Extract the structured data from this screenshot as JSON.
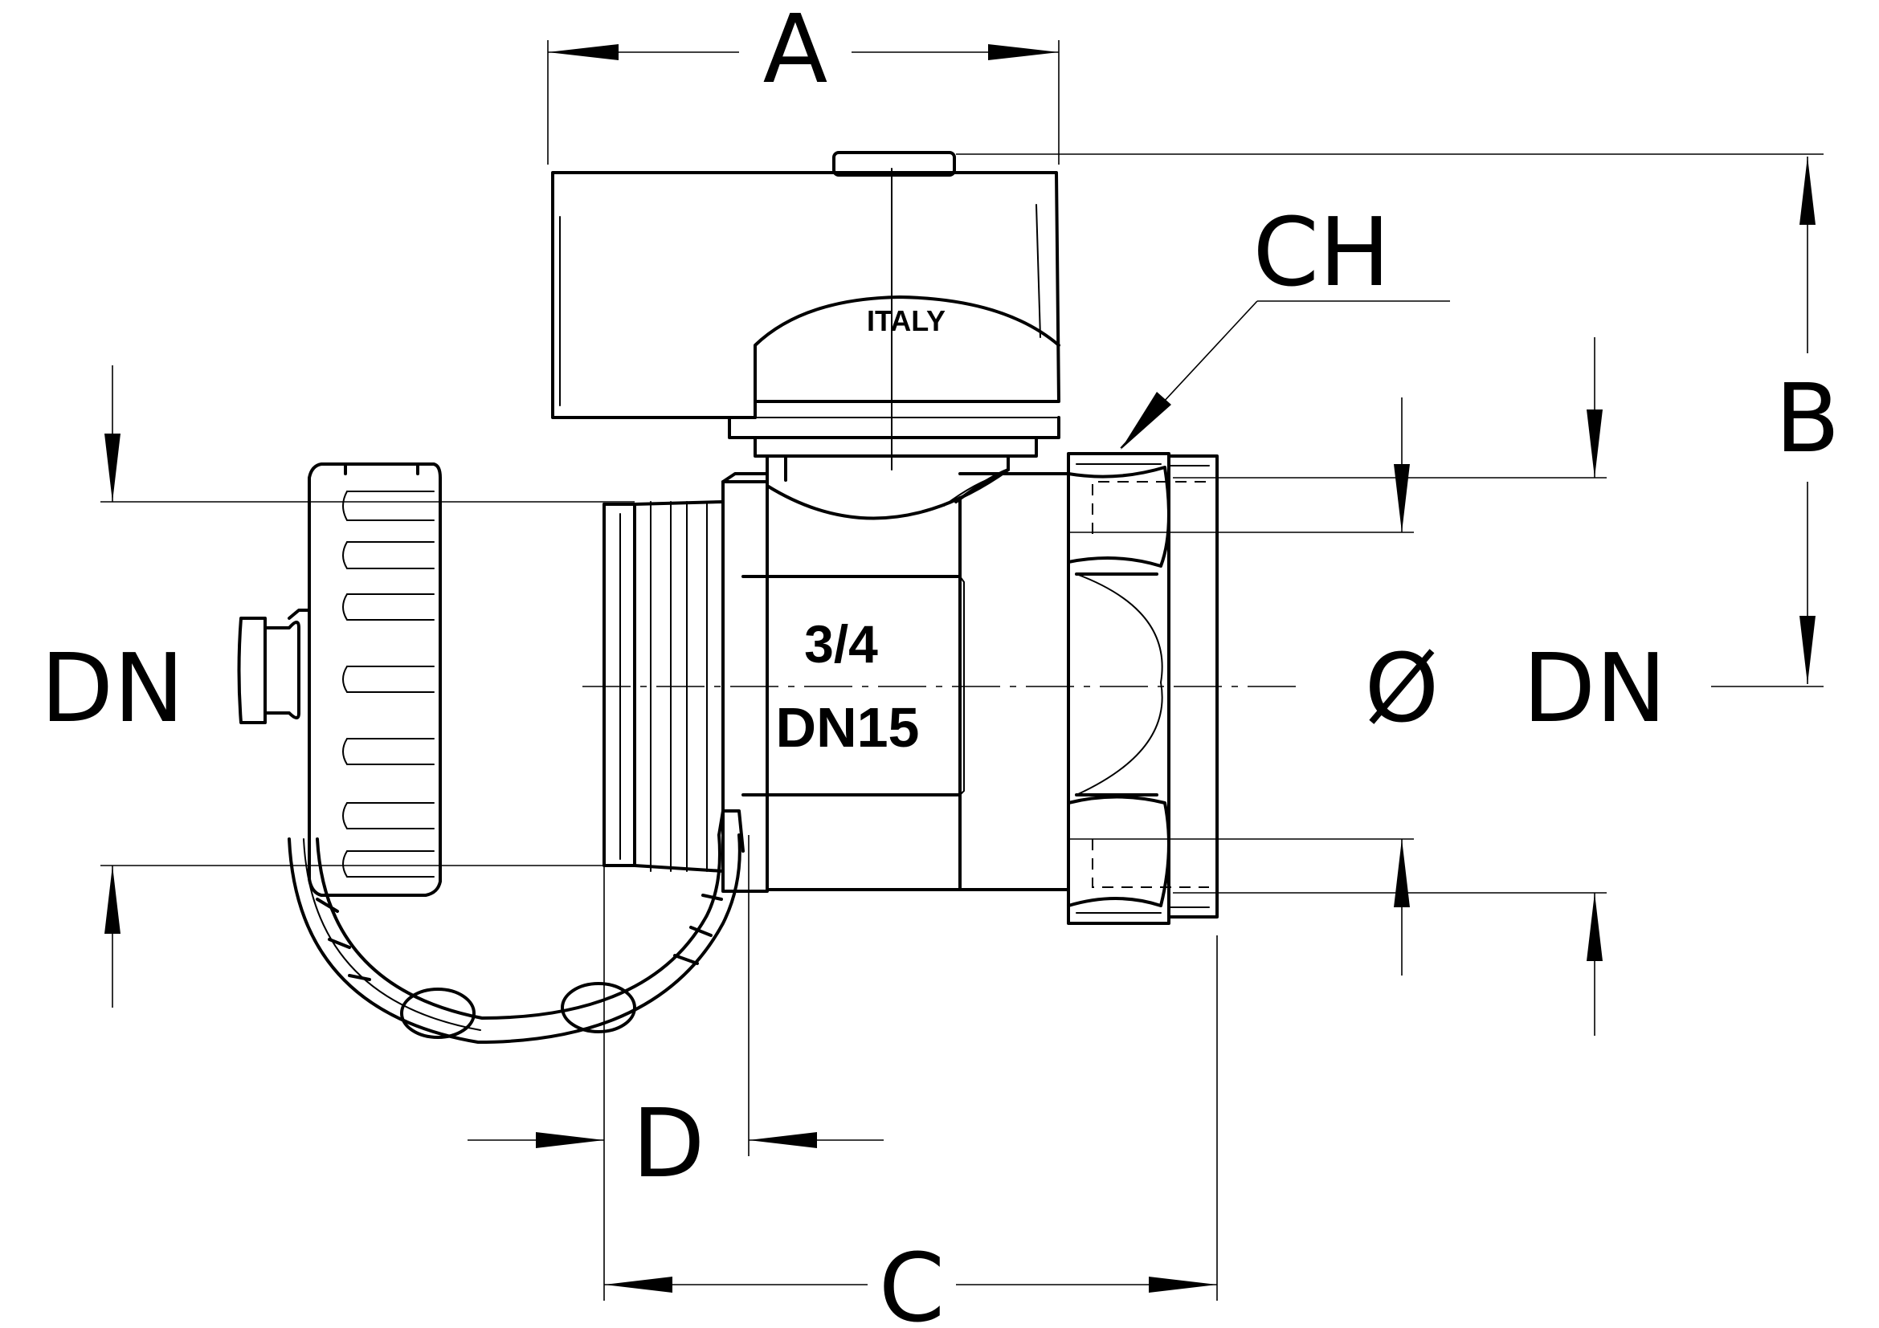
{
  "drawing": {
    "dimension_labels": {
      "a": "A",
      "b": "B",
      "c": "C",
      "d": "D",
      "ch": "CH",
      "dn_left": "DN",
      "dn_right": "DN",
      "diameter": "Ø"
    },
    "body_marking": {
      "size": "3/4",
      "nominal": "DN15"
    },
    "handle_marking": "ITALY"
  }
}
